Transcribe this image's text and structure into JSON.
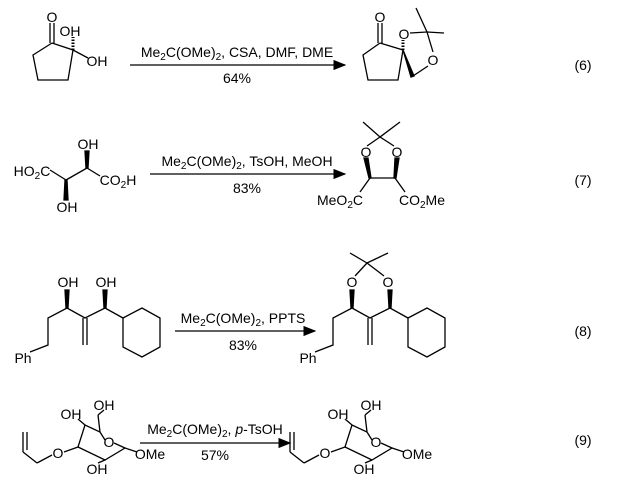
{
  "reactions": [
    {
      "number": "(6)",
      "reagents": "Me2C(OMe)2, CSA, DMF, DME",
      "yield": "64%",
      "reactant_labels": [
        "O",
        "OH",
        "OH"
      ],
      "product_labels": [
        "O",
        "O",
        "O"
      ]
    },
    {
      "number": "(7)",
      "reagents": "Me2C(OMe)2, TsOH, MeOH",
      "yield": "83%",
      "reactant_labels": [
        "HO2C",
        "OH",
        "CO2H",
        "OH"
      ],
      "product_labels": [
        "O",
        "O",
        "MeO2C",
        "CO2Me"
      ]
    },
    {
      "number": "(8)",
      "reagents": "Me2C(OMe)2, PPTS",
      "yield": "83%",
      "reactant_labels": [
        "OH",
        "OH",
        "Ph"
      ],
      "product_labels": [
        "O",
        "O",
        "Ph"
      ]
    },
    {
      "number": "(9)",
      "reagents": "Me2C(OMe)2, p-TsOH",
      "yield": "57%",
      "reactant_labels": [
        "OH",
        "OH",
        "O",
        "OMe",
        "OH",
        "O"
      ],
      "product_labels": [
        "OH",
        "OH",
        "O",
        "OMe",
        "OH",
        "O"
      ]
    }
  ]
}
